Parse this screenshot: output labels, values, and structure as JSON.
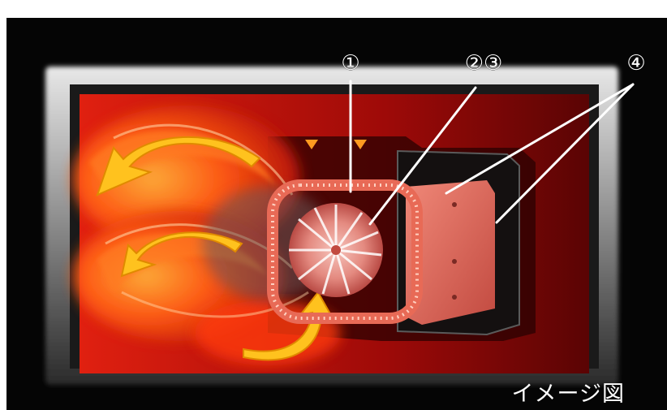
{
  "callouts": {
    "c1": "①",
    "c23": "②③",
    "c4": "④"
  },
  "caption": "イメージ図",
  "colors": {
    "frame_black": "#050505",
    "oven_red": "#c4140c",
    "flame_orange": "#ff5a14",
    "arrow_yellow": "#ffc21e",
    "fan_pink": "#e27268",
    "leader_white": "#ffffff"
  }
}
